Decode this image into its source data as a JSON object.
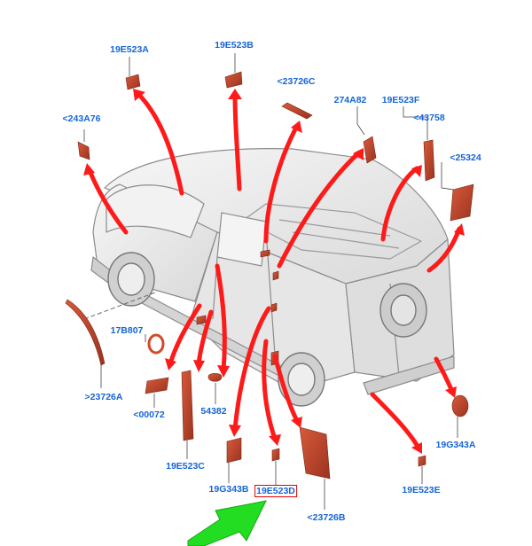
{
  "diagram": {
    "colors": {
      "label": "#1565d8",
      "arrow": "#ff0000",
      "part": "#c0442a",
      "part_shadow": "#8a2a18",
      "van_outline": "#8c8c8c",
      "van_fill": "#ececec",
      "highlight_box": "#e00000",
      "pointer_arrow": "#22dd22"
    },
    "labels": [
      {
        "id": "19E523A",
        "text": "19E523A"
      },
      {
        "id": "19E523B",
        "text": "19E523B"
      },
      {
        "id": "23726C",
        "text": "<23726C"
      },
      {
        "id": "274A82",
        "text": "274A82"
      },
      {
        "id": "19E523F",
        "text": "19E523F"
      },
      {
        "id": "43758",
        "text": "<43758"
      },
      {
        "id": "243A76",
        "text": "<243A76"
      },
      {
        "id": "25324",
        "text": "<25324"
      },
      {
        "id": "17B807",
        "text": "17B807"
      },
      {
        "id": "23726A",
        "text": ">23726A"
      },
      {
        "id": "00072",
        "text": "<00072"
      },
      {
        "id": "54382",
        "text": "54382"
      },
      {
        "id": "19E523C",
        "text": "19E523C"
      },
      {
        "id": "19G343B",
        "text": "19G343B"
      },
      {
        "id": "19E523D",
        "text": "19E523D",
        "highlighted": true
      },
      {
        "id": "23726B",
        "text": "<23726B"
      },
      {
        "id": "19E523E",
        "text": "19E523E"
      },
      {
        "id": "19G343A",
        "text": "19G343A"
      }
    ],
    "pointer": {
      "target": "19E523D",
      "icon": "green-pointer-arrow-icon"
    }
  }
}
